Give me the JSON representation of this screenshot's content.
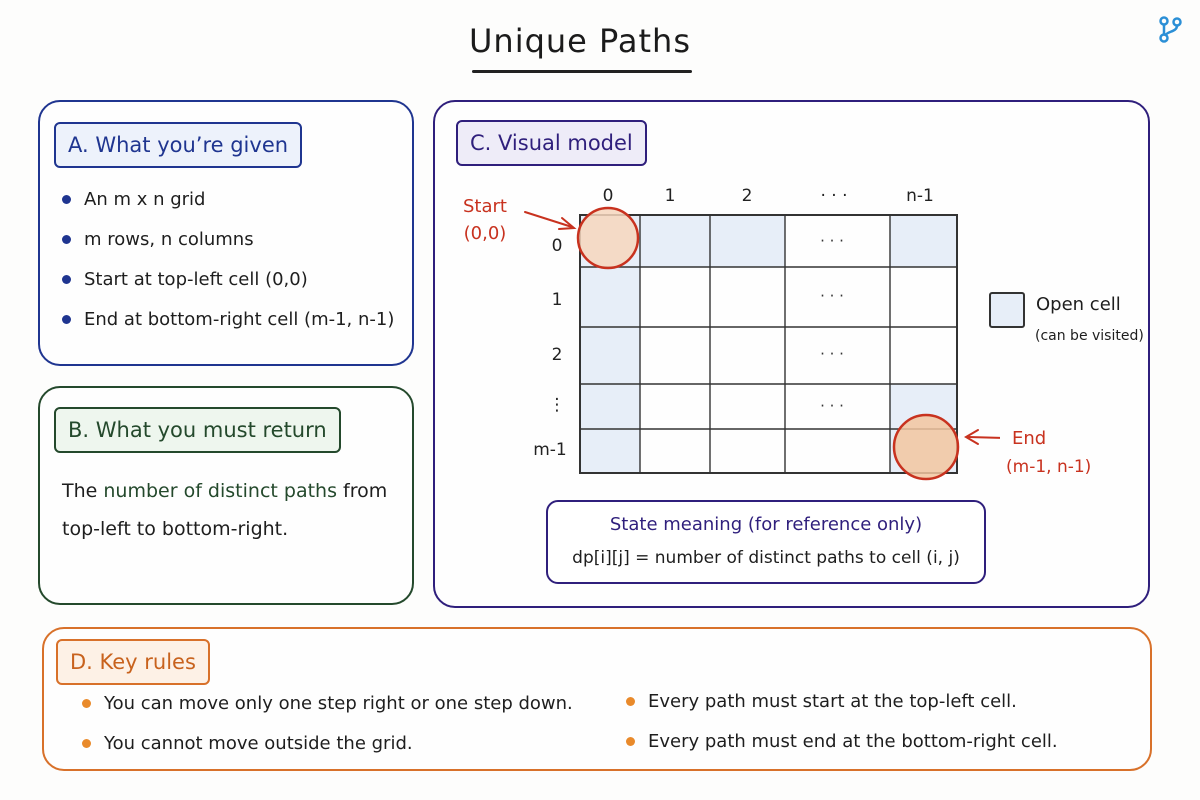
{
  "title": "Unique Paths",
  "icons": {
    "logo": "branch-icon"
  },
  "colors": {
    "panel_a": "#1f3590",
    "panel_b": "#24492c",
    "panel_c": "#2f1f7c",
    "panel_d": "#d8712a",
    "start_end": "#c8321f",
    "open_cell": "#e7eef8"
  },
  "panel_a": {
    "heading": "A. What you’re given",
    "items": [
      "An m x n grid",
      "m rows, n columns",
      "Start at top-left cell (0,0)",
      "End at bottom-right cell (m-1, n-1)"
    ]
  },
  "panel_b": {
    "heading": "B. What you must return",
    "text_before": "The ",
    "text_highlight": "number of distinct paths",
    "text_after": " from top-left to bottom-right."
  },
  "panel_c": {
    "heading": "C. Visual model",
    "col_labels": [
      "0",
      "1",
      "2",
      "· · ·",
      "n-1"
    ],
    "row_labels": [
      "0",
      "1",
      "2",
      "⋮",
      "m-1"
    ],
    "ellipsis": "· · ·",
    "start_label": "Start",
    "start_coord": "(0,0)",
    "end_label": "End",
    "end_coord": "(m-1, n-1)",
    "legend_label": "Open cell",
    "legend_note": "(can be visited)",
    "state_title": "State meaning (for reference only)",
    "state_formula": "dp[i][j] = number of distinct paths to cell (i, j)"
  },
  "panel_d": {
    "heading": "D. Key rules",
    "left_items": [
      "You can move only one step right or one step down.",
      "You cannot move outside the grid."
    ],
    "right_items": [
      "Every path must start at the top-left cell.",
      "Every path must end at the bottom-right cell."
    ]
  }
}
